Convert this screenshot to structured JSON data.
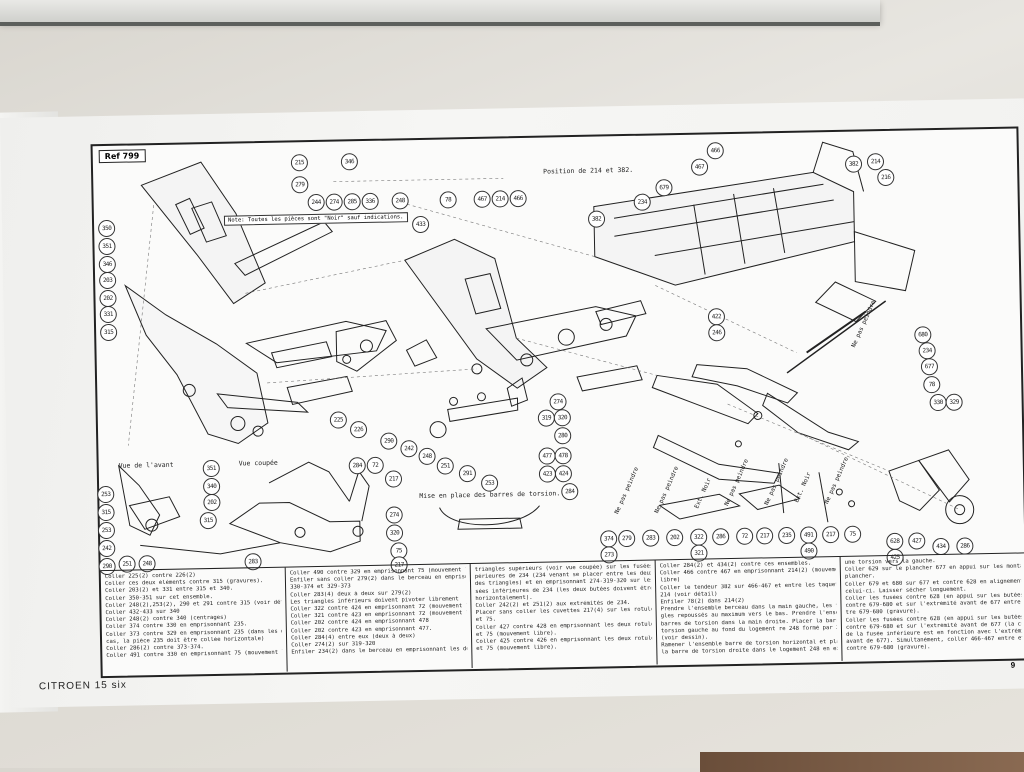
{
  "ref": "Ref 799",
  "page_number": "9",
  "footer": {
    "brand": "CITROEN",
    "model": "15 six"
  },
  "note": "Note: Toutes les pièces sont \"Noir\" sauf indications.",
  "view_labels": {
    "front_view": "Vue de l'avant",
    "section_view": "Vue coupée",
    "torsion_bars": "Mise en place des barres de torsion.",
    "position": "Position de 214 et 382.",
    "no_paint": "Ne pas peindre"
  },
  "vertical_labels": [
    "Ne pas peindre",
    "Ne pas peindre",
    "Ext. Noir",
    "Ne pas peindre",
    "Ne pas peindre",
    "Ext. Noir",
    "Ne pas peindre"
  ],
  "callouts": {
    "top_row": [
      "215",
      "346",
      "279",
      "244",
      "274",
      "285",
      "336",
      "248",
      "78",
      "467",
      "214",
      "466"
    ],
    "left_col": [
      "350",
      "351",
      "346",
      "203",
      "202",
      "331",
      "315"
    ],
    "frame_mid": [
      "225",
      "226",
      "290",
      "242",
      "248",
      "251",
      "291",
      "253"
    ],
    "center": [
      "274",
      "319",
      "320",
      "280",
      "477",
      "478",
      "423",
      "424",
      "284",
      "433"
    ],
    "right_top": [
      "466",
      "467",
      "382",
      "214",
      "216",
      "679",
      "234",
      "382"
    ],
    "right_mid": [
      "422",
      "246",
      "680",
      "234",
      "677",
      "78",
      "330",
      "329"
    ],
    "bottom_left": [
      "253",
      "315",
      "253",
      "242",
      "290",
      "251",
      "248",
      "351",
      "340",
      "202",
      "315",
      "283",
      "284",
      "72",
      "217",
      "274",
      "320",
      "75",
      "217"
    ],
    "bottom_row": [
      "374",
      "279",
      "283",
      "202",
      "322",
      "286",
      "72",
      "217",
      "235",
      "491",
      "217",
      "75",
      "628",
      "427",
      "434",
      "286",
      "273",
      "321",
      "490",
      "425"
    ]
  },
  "instructions": [
    [
      "Coller 225(2) contre 226(2)",
      "Coller ces deux éléments contre 315 (gravures).",
      "Coller 203(2) et 331 entre 315 et 340.",
      "Coller 350-351 sur cet ensemble.",
      "Coller 248(2),253(2), 290 et 291 contre 315 (voir détail)",
      "Coller 432-433 sur 340",
      "Coller 248(2) contre 340 (centrages)",
      "Coller 374 contre 330 en emprisonnant 235.",
      "Coller 373 contre 329 en emprisonnant 235 (dans les deux",
      "cas, la pièce 235 doit être collée horizontale)",
      "Coller 286(2) contre 373-374.",
      "Coller 491 contre 330 en emprisonnant 75 (mouvement libre)"
    ],
    [
      "Coller 490 contre 329 en emprisonnant 75 (mouvement libre)",
      "Enfiler sans coller 279(2) dans le berceau en emprisonnant",
      "330-374 et 329-373",
      "Coller 283(4) deux à deux sur 279(2)",
      "Les triangles inférieurs doivent pivoter librement",
      "Coller 322 contre 424 en emprisonnant 72 (mouvement libre)",
      "Coller 321 contre 423 en emprisonnant 72 (mouvement libre)",
      "Coller 202 contre 424 en emprisonnant 478",
      "Coller 202 contre 423 en emprisonnant 477.",
      "Coller 284(4) entre eux (deux à deux)",
      "Coller 274(2) sur 319-320",
      "Enfiler 234(2) dans le berceau en emprisonnant les deux"
    ],
    [
      "triangles supérieurs (voir vue coupée) sur les fusées su-",
      "périeures de 234 (234 venant se placer entre les deux bras",
      "des triangles) et en emprisonnant 274-319-320 sur les fu-",
      "sées inférieures de 234 (les deux butées doivent être collées",
      "horizontalement).",
      "Coller 242(2) et 251(2) aux extrémités de 234.",
      "Placer sans coller les cuvettes 217(4) sur les rotules 72",
      "et 75.",
      "Coller 427 contre 428 en emprisonnant les deux rotules 72",
      "et 75 (mouvement libre).",
      "Coller 425 contre 426 en emprisonnant les deux rotules 72",
      "et 75 (mouvement libre)."
    ],
    [
      "Coller 284(2) et 434(2) contre ces ensembles.",
      "Coller 466 contre 467 en emprisonnant 214(2) (mouvement",
      "libre)",
      "Coller le tendeur 382 sur 466-467 et entre les taquets",
      "214 (voir détail)",
      "Enfiler 78(2) dans 214(2)",
      "Prendre l'ensemble berceau dans la main gauche, les trian-",
      "gles repoussés au maximum vers le bas. Prendre l'ensemble",
      "barres de torsion dans la main droite. Placer la barre de",
      "torsion gauche au fond du logement re 248 formé par 279",
      "(voir dessin).",
      "Ramener l'ensemble barre de torsion horizontal et placer",
      "la barre de torsion droite dans le logement 248 en exerçant"
    ],
    [
      "une torsion vers la gauche.",
      "Coller 629 sur le plancher 677 en appui sur les montants du",
      "plancher.",
      "Coller 679 et 680 sur 677 et contre 628 en alignement avec",
      "celui-ci. Laisser sécher longuement.",
      "Coller les fusées contre 628 (en appui sur les butées) et",
      "contre 679-680 et sur l'extrémité avant de 677 entre et con-",
      "tre 679-680 (gravure).",
      "Coller les fusées contre 628 (en appui sur les butées)",
      "contre 679-680 et sur l'extrémité avant de 677 (la cran",
      "de la fusée inférieure est en fonction avec l'extrémité",
      "avant de 677). Simultanément, coller 466-467 entre et",
      "contre 679-680 (gravure)."
    ]
  ]
}
